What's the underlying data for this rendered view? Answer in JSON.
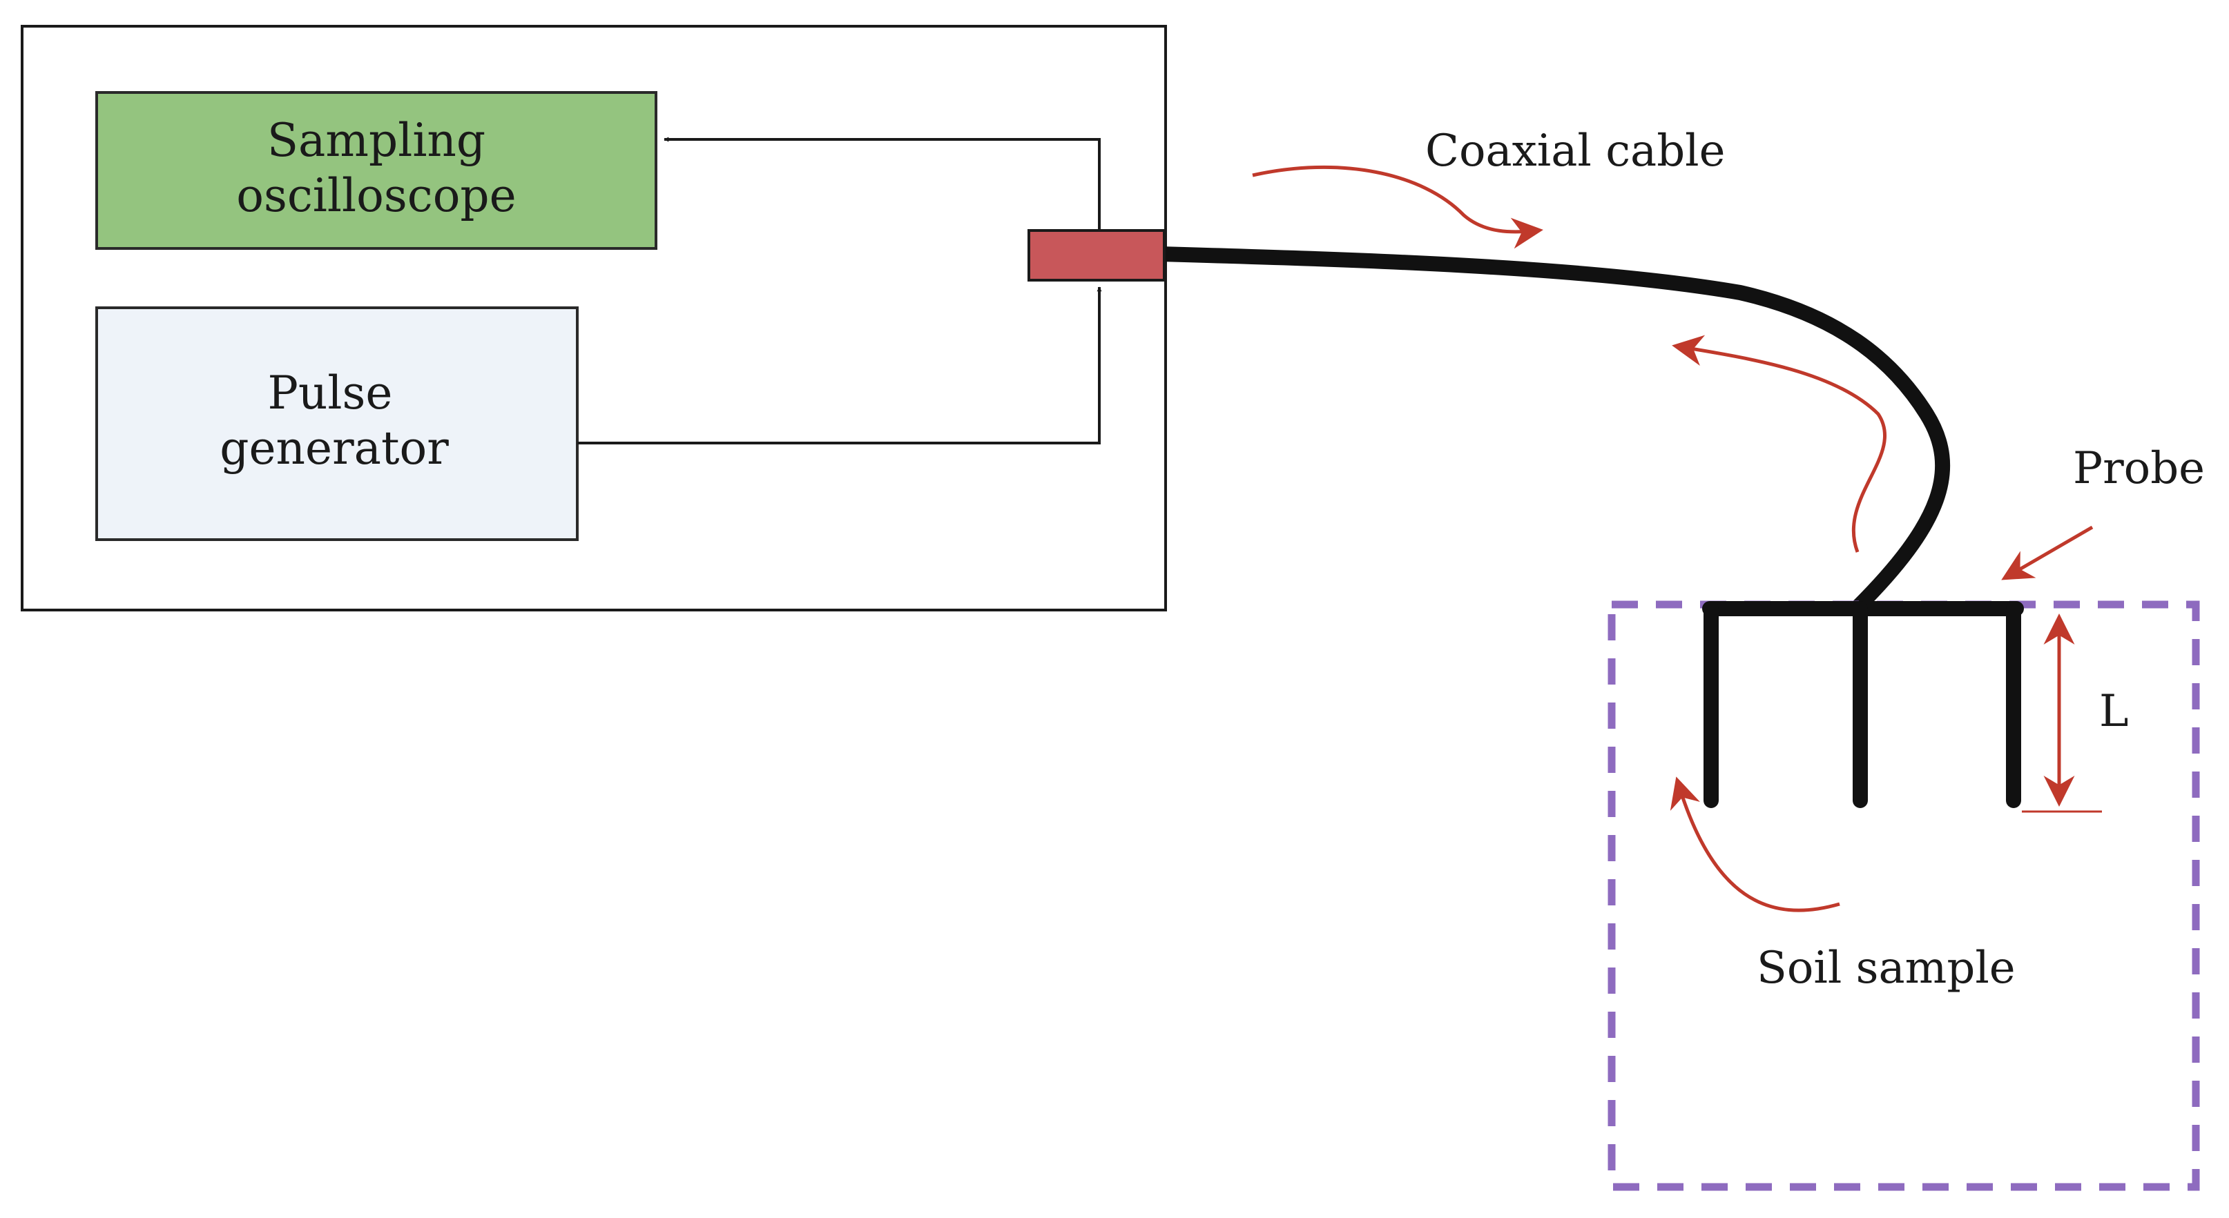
{
  "instrument": {
    "oscilloscope_label_line1": "Sampling",
    "oscilloscope_label_line2": "oscilloscope",
    "pulse_label_line1": "Pulse",
    "pulse_label_line2": "generator"
  },
  "labels": {
    "coaxial_cable": "Coaxial cable",
    "probe": "Probe",
    "probe_length": "L",
    "soil_sample": "Soil sample"
  },
  "colors": {
    "oscilloscope_fill": "#94c47f",
    "pulse_fill": "#eef3f9",
    "connector_fill": "#c8575a",
    "arrow_red": "#c0392b",
    "soil_border": "#8e6bbf",
    "cable": "#111111"
  }
}
